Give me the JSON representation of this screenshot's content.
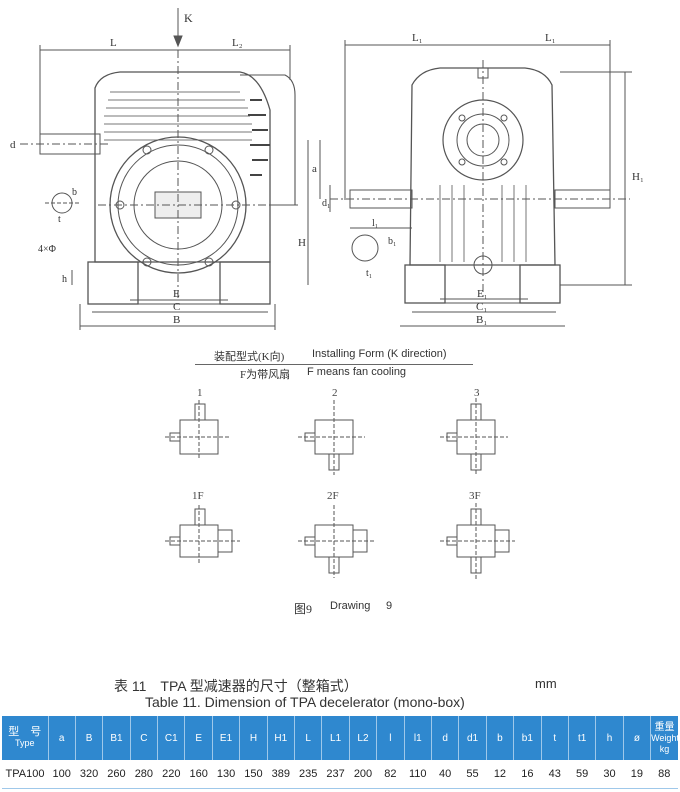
{
  "drawing": {
    "k_label": "K",
    "left_view": {
      "L": "L",
      "L2": "L₂",
      "d": "d",
      "b": "b",
      "t": "t",
      "h": "h",
      "E": "E",
      "C": "C",
      "B": "B",
      "phi": "4×Φ"
    },
    "right_view": {
      "L1a": "L₁",
      "L1b": "L₁",
      "H1": "H₁",
      "H": "H",
      "a": "a",
      "d1": "d₁",
      "l1": "l₁",
      "b1": "b₁",
      "t1": "t₁",
      "E1": "E₁",
      "C1": "C₁",
      "B1": "B₁"
    },
    "caption_cn_1": "装配型式(K向)",
    "caption_en_1": "Installing Form (K direction)",
    "caption_cn_2": "F为带风扇",
    "caption_en_2": "F means fan cooling",
    "forms": [
      "1",
      "2",
      "3",
      "1F",
      "2F",
      "3F"
    ],
    "drawing_label_cn": "图9",
    "drawing_label_en": "Drawing",
    "drawing_number": "9"
  },
  "table": {
    "title_cn": "表 11　TPA 型减速器的尺寸（整箱式）",
    "title_en": "Table 11. Dimension of TPA decelerator (mono-box)",
    "unit": "mm",
    "header_first_cn": "型　号",
    "header_first_en": "Type",
    "headers": [
      "a",
      "B",
      "B1",
      "C",
      "C1",
      "E",
      "E1",
      "H",
      "H1",
      "L",
      "L1",
      "L2",
      "l",
      "l1",
      "d",
      "d1",
      "b",
      "b1",
      "t",
      "t1",
      "h",
      "ø"
    ],
    "header_last_cn": "重量",
    "header_last_en": "Weight kg",
    "rows": [
      [
        "TPA100",
        "100",
        "320",
        "260",
        "280",
        "220",
        "160",
        "130",
        "150",
        "389",
        "235",
        "237",
        "200",
        "82",
        "110",
        "40",
        "55",
        "12",
        "16",
        "43",
        "59",
        "30",
        "19",
        "88"
      ]
    ]
  }
}
